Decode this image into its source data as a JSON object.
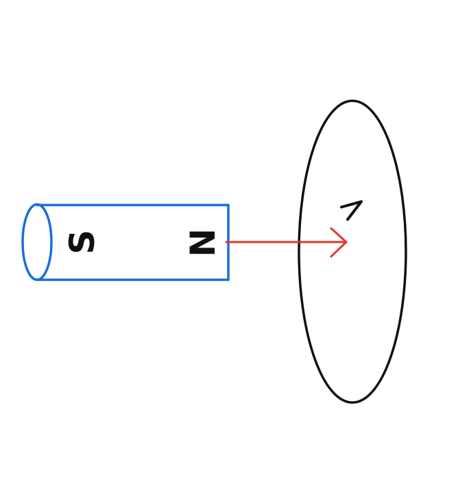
{
  "colors": {
    "magnet": "#1a6fd6",
    "field_arrow": "#e03a2a",
    "loop": "#111111",
    "background": "#ffffff"
  },
  "magnet": {
    "south_label": "S",
    "north_label": "N"
  },
  "loop": {
    "direction_mark": "v"
  },
  "arrow": {
    "direction": "right"
  }
}
